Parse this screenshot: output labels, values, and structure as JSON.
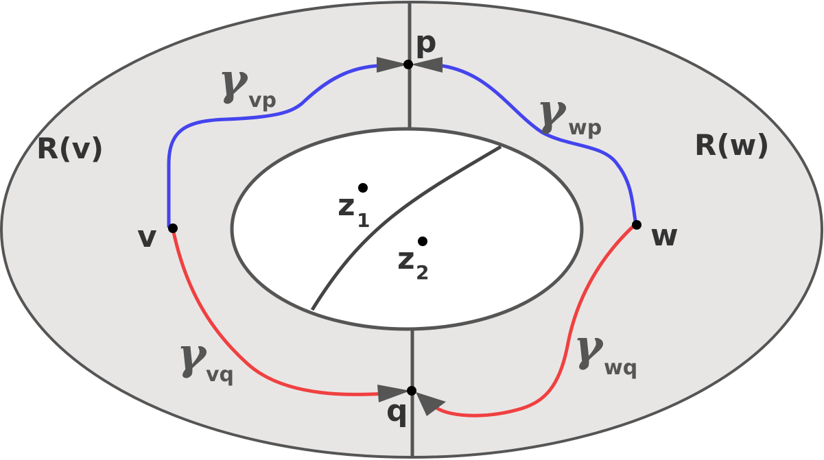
{
  "colors": {
    "region_fill": "#e8e6e5",
    "outline": "#555555",
    "cut_line": "#444444",
    "path_blue": "#4444ee",
    "path_red": "#f04040",
    "point": "#000000",
    "arrow": "#555555",
    "hole_fill": "#ffffff"
  },
  "labels": {
    "region_left": "R(v)",
    "region_right": "R(w)",
    "point_p": "p",
    "point_q": "q",
    "point_v": "v",
    "point_w": "w",
    "z1_base": "z",
    "z1_sub": "1",
    "z2_base": "z",
    "z2_sub": "2",
    "gamma_symbol": "γ",
    "gamma_vp_sub": "vp",
    "gamma_wp_sub": "wp",
    "gamma_vq_sub": "vq",
    "gamma_wq_sub": "wq"
  }
}
